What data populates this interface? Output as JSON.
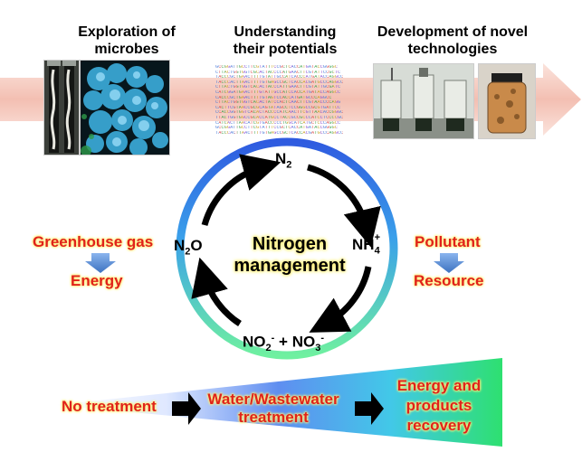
{
  "headers": {
    "exploration": "Exploration of microbes",
    "understanding": "Understanding their potentials",
    "development": "Development of novel technologies"
  },
  "sequence_lines": [
    "GCCGGATTGCCTTCGTATTTCCGCTCACCATGATACCGGGGC",
    "CTTACTGGTGGTCGCACTACCCCATGAACTTCGTATTCCGCTC",
    "TACCCGCTGAACTTTTGTATTGCCATCACCCATGATACCAGGCC",
    "TACCCACTTAACTTTTGTGAGCCGCTCACCACGATGCCCAGGCC",
    "CTTACTGGTGGTCACACTACCCATTGAACTTCGTATTGCGATC",
    "CATCGGATGAACTTTGTATTGCCATCCACCATGATACCAGGCC",
    "CACCCGCTGAACTTTTGTAGTCCACCATGATGCCCAGGCC",
    "CTTACTGGTGGTCACACTATCCACTCAACTTCGTAACCCCAGG",
    "CACTTCGTAACCGCGCAGTATAGCCTCCGGGCCGCGTGATTCC",
    "CCACCGGTGGTCACACTACCCCATCAACTTCGTTAACACCGGGC",
    "TTACTGGTGGCCGCACCATGCCTACCGCCGCCCATCCTCCCCGC",
    "CATCACTTAACATCGTGACCCCCTGGCATCATGCTCCCAGGCC"
  ],
  "cycle": {
    "center_line1": "Nitrogen",
    "center_line2": "management",
    "n2": {
      "base": "N",
      "sub": "2"
    },
    "nh4": {
      "base": "NH",
      "sub": "4",
      "sup": "+"
    },
    "n2o": {
      "base": "N",
      "sub": "2",
      "tail": "O"
    },
    "no2": {
      "base": "NO",
      "sub": "2",
      "sup": "-"
    },
    "plus": "+",
    "no3": {
      "base": "NO",
      "sub": "3",
      "sup": "-"
    }
  },
  "left": {
    "from": "Greenhouse gas",
    "to": "Energy"
  },
  "right": {
    "from": "Pollutant",
    "to": "Resource"
  },
  "bottom": {
    "stage1": "No treatment",
    "stage2_line1": "Water/Wastewater",
    "stage2_line2": "treatment",
    "stage3_line1": "Energy and",
    "stage3_line2": "products",
    "stage3_line3": "recovery"
  },
  "colors": {
    "label_red": "#e0221b",
    "label_glow": "#fff38a",
    "banner_arrow": "#f3c2b6",
    "ring_blue": "#2f5be0",
    "ring_green": "#64e6a8",
    "down_arrow": "#4f86c9"
  }
}
